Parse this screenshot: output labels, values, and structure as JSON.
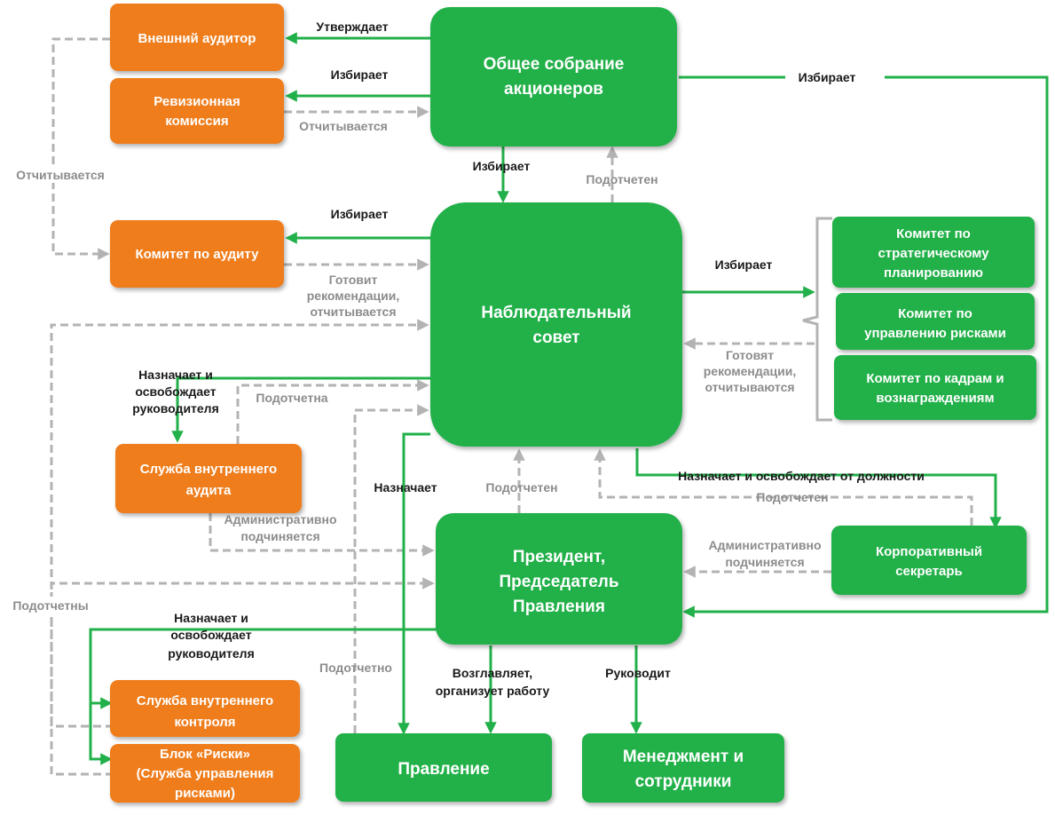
{
  "colors": {
    "green": "#22b04a",
    "orange": "#ef7d1a",
    "gray": "#b3b3b3",
    "text_dark": "#1a1a1a",
    "text_gray": "#8c8c8c"
  },
  "nodes": {
    "ext_auditor": "Внешний аудитор",
    "audit_commission": [
      "Ревизионная",
      "комиссия"
    ],
    "shareholders": [
      "Общее собрание",
      "акционеров"
    ],
    "audit_committee": "Комитет по аудиту",
    "board": [
      "Наблюдательный",
      "совет"
    ],
    "strategy_committee": [
      "Комитет по",
      "стратегическому",
      "планированию"
    ],
    "risk_committee": [
      "Комитет по",
      "управлению рисками"
    ],
    "hr_committee": [
      "Комитет по кадрам и",
      "вознаграждениям"
    ],
    "internal_audit": [
      "Служба внутреннего",
      "аудита"
    ],
    "president": [
      "Президент,",
      "Председатель",
      "Правления"
    ],
    "corp_secretary": [
      "Корпоративный",
      "секретарь"
    ],
    "internal_control": [
      "Служба внутреннего",
      "контроля"
    ],
    "risk_block": [
      "Блок «Риски»",
      "(Служба управления",
      "рисками)"
    ],
    "management_board": "Правление",
    "staff": [
      "Менеджмент и",
      "сотрудники"
    ]
  },
  "labels": {
    "approves": "Утверждает",
    "elects_commission": "Избирает",
    "reports_commission": "Отчитывается",
    "reports_left": "Отчитывается",
    "elects_board": "Избирает",
    "accountable_board": "Подотчетен",
    "elects_audit_committee": "Избирает",
    "audit_committee_recs": [
      "Готовит",
      "рекомендации,",
      "отчитывается"
    ],
    "elects_committees": "Избирает",
    "committees_recs": [
      "Готовят",
      "рекомендации,",
      "отчитываются"
    ],
    "elects_president": "Избирает",
    "appoints_audit_head": [
      "Назначает и",
      "освобождает",
      "руководителя"
    ],
    "accountable_audit": "Подотчетна",
    "admin_subordinate_audit": [
      "Административно",
      "подчиняется"
    ],
    "appoints_board": "Назначает",
    "accountable_president": "Подотчетен",
    "appoints_secretary": "Назначает и освобождает от должности",
    "accountable_secretary": "Подотчетен",
    "admin_subordinate_secretary": [
      "Административно",
      "подчиняется"
    ],
    "accountable_plural": "Подотчетны",
    "appoints_control_head": [
      "Назначает и",
      "освобождает",
      "руководителя"
    ],
    "accountable_neutral": "Подотчетно",
    "heads_board": [
      "Возглавляет,",
      "организует работу"
    ],
    "manages": "Руководит"
  }
}
